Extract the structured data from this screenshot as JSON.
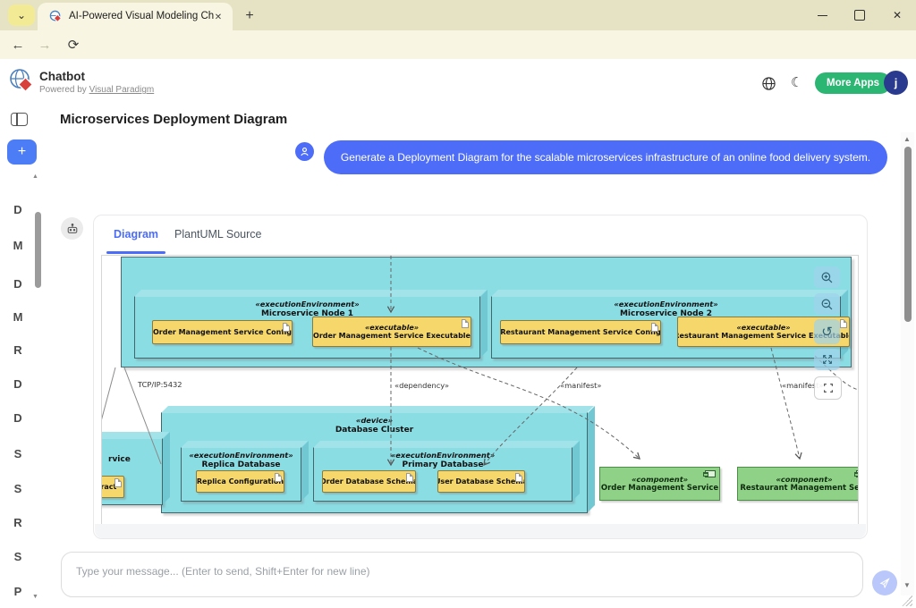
{
  "icons": {
    "chevron_down": "⌄",
    "close": "✕",
    "plus": "+",
    "back": "←",
    "forward": "→",
    "reload": "⟳",
    "star": "☆",
    "dots": "⋮",
    "moon": "☾",
    "reset": "↺",
    "up": "▲",
    "down": "▼"
  },
  "browser": {
    "tab_title": "AI-Powered Visual Modeling Ch",
    "url": "ai-toolbox.visual-paradigm.com/app/chatbot/"
  },
  "header": {
    "app_title": "Chatbot",
    "powered_by": "Powered by ",
    "powered_link": "Visual Paradigm",
    "more_apps": "More Apps",
    "avatar_initial": "j"
  },
  "page": {
    "title": "Microservices Deployment Diagram"
  },
  "sidebar": {
    "items": [
      "D",
      "M",
      "D",
      "M",
      "R",
      "D",
      "D",
      "S",
      "S",
      "R",
      "S",
      "P"
    ]
  },
  "chat": {
    "user_message": "Generate a Deployment Diagram for the scalable microservices infrastructure of an online food delivery system.",
    "tab_diagram": "Diagram",
    "tab_source": "PlantUML Source",
    "input_placeholder": "Type your message... (Enter to send, Shift+Enter for new line)"
  },
  "diagram": {
    "node1_st": "«executionEnvironment»",
    "node1_name": "Microservice Node 1",
    "a1": "Order Management Service Config",
    "a2_st": "«executable»",
    "a2_name": "Order Management Service Executable",
    "node2_st": "«executionEnvironment»",
    "node2_name": "Microservice Node 2",
    "a3": "Restaurant Management Service Config",
    "a4_st": "«executable»",
    "a4_name": "Restaurant Management Service Executable",
    "db_st": "«device»",
    "db_name": "Database Cluster",
    "replica_st": "«executionEnvironment»",
    "replica_name": "Replica Database",
    "a5": "Replica Configuration",
    "primary_st": "«executionEnvironment»",
    "primary_name": "Primary Database",
    "a6": "Order Database Schema",
    "a7": "User Database Schema",
    "comp1_st": "«component»",
    "comp1_name": "Order Management Service",
    "comp2_st": "«component»",
    "comp2_name": "Restaurant Management Serv",
    "cut_node_name": "rvice",
    "cut_artifact": "tract",
    "edge_tcp": "TCP/IP:5432",
    "edge_dependency": "«dependency»",
    "edge_manifest": "«manifest»"
  },
  "colors": {
    "accent_blue": "#4A6CF8",
    "bubble_blue": "#4D6DF8",
    "node_teal": "#8BDDE4",
    "artifact_yellow": "#F5D76B",
    "component_green": "#8FD287",
    "more_apps_green": "#2BB673",
    "avatar_navy": "#2A3B8F",
    "send_button_blue": "#B9C7FB"
  }
}
